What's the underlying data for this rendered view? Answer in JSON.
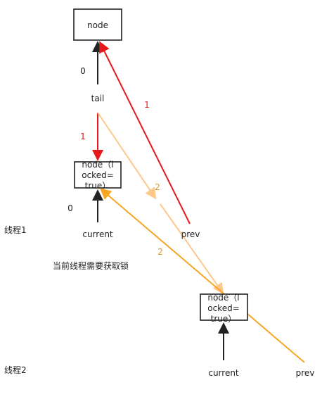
{
  "colors": {
    "black": "#222222",
    "red": "#e5191b",
    "orange": "#f5a623",
    "peach": "#fdc88a",
    "text_red": "#e5191b",
    "text_orange": "#e49a22"
  },
  "nodes": {
    "top": {
      "label": "node"
    },
    "mid": {
      "lines": [
        "node（l",
        "ocked=",
        "true）"
      ]
    },
    "bottom": {
      "lines": [
        "node（l",
        "ocked=",
        "true）"
      ]
    }
  },
  "labels": {
    "top_zero": "0",
    "tail": "tail",
    "red_one_left": "1",
    "red_one_right": "1",
    "mid_zero": "0",
    "orange_two_top": "2",
    "orange_two_mid": "2",
    "thread1": "线程1",
    "current1": "current",
    "prev1": "prev",
    "note": "当前线程需要获取锁",
    "thread2": "线程2",
    "current2": "current",
    "prev2": "prev"
  }
}
